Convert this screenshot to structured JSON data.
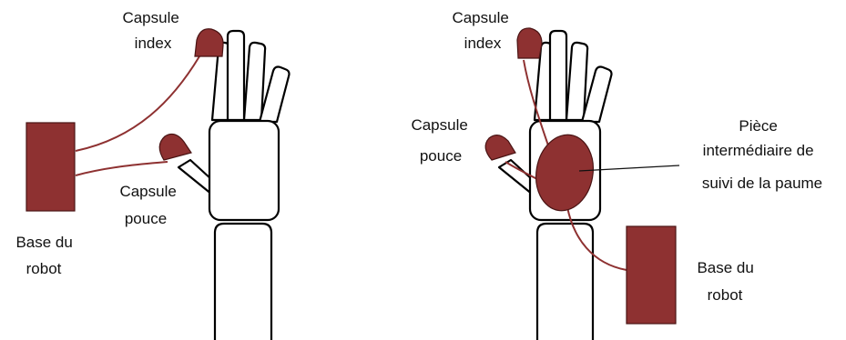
{
  "left_panel": {
    "capsule_index_label": [
      "Capsule",
      "index"
    ],
    "capsule_thumb_label": [
      "Capsule",
      "pouce"
    ],
    "robot_base_label": [
      "Base du",
      "robot"
    ]
  },
  "right_panel": {
    "capsule_index_label": [
      "Capsule",
      "index"
    ],
    "capsule_thumb_label": [
      "Capsule",
      "pouce"
    ],
    "palm_piece_label": [
      "Pièce",
      "intermédiaire de",
      "suivi de la paume"
    ],
    "robot_base_label": [
      "Base du",
      "robot"
    ]
  },
  "colors": {
    "capsule_fill": "#8e3131",
    "wire": "#8e3131",
    "outline": "#000000",
    "background": "#ffffff"
  }
}
